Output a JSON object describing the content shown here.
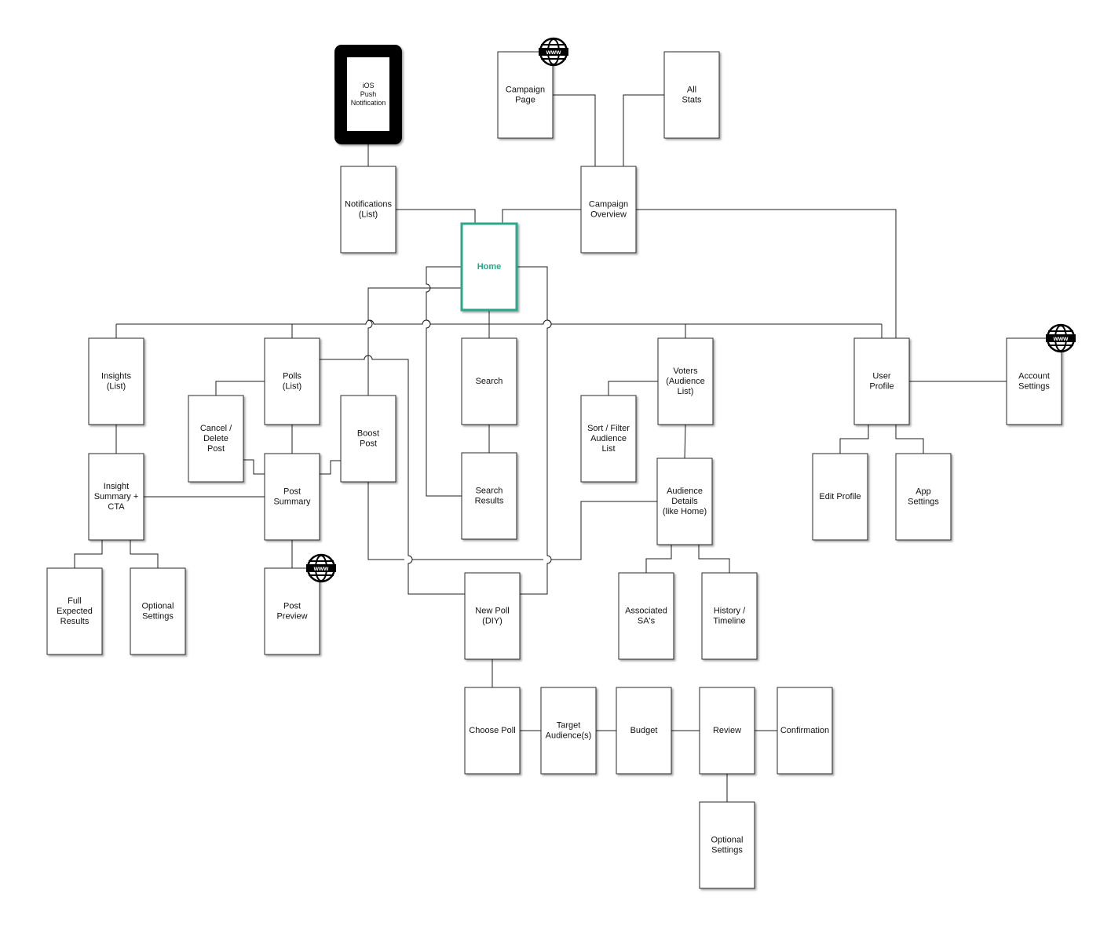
{
  "colors": {
    "home": "#2aa88a",
    "box_border": "#2b2b2b",
    "line": "#1c1c1c"
  },
  "nodes": {
    "ios_push": {
      "lines": [
        "iOS",
        "Push",
        "Notification"
      ]
    },
    "campaign_page": {
      "lines": [
        "Campaign",
        "Page"
      ]
    },
    "all_stats": {
      "lines": [
        "All",
        "Stats"
      ]
    },
    "notifications": {
      "lines": [
        "Notifications",
        "(List)"
      ]
    },
    "campaign_overview": {
      "lines": [
        "Campaign",
        "Overview"
      ]
    },
    "home": {
      "lines": [
        "Home"
      ]
    },
    "insights": {
      "lines": [
        "Insights",
        "(List)"
      ]
    },
    "polls": {
      "lines": [
        "Polls",
        "(List)"
      ]
    },
    "search": {
      "lines": [
        "Search"
      ]
    },
    "voters": {
      "lines": [
        "Voters",
        "(Audience",
        "List)"
      ]
    },
    "user_profile": {
      "lines": [
        "User",
        "Profile"
      ]
    },
    "account_settings": {
      "lines": [
        "Account",
        "Settings"
      ]
    },
    "cancel_delete": {
      "lines": [
        "Cancel /",
        "Delete",
        "Post"
      ]
    },
    "boost_post": {
      "lines": [
        "Boost",
        "Post"
      ]
    },
    "sort_filter": {
      "lines": [
        "Sort / Filter",
        "Audience",
        "List"
      ]
    },
    "insight_summary": {
      "lines": [
        "Insight",
        "Summary +",
        "CTA"
      ]
    },
    "post_summary": {
      "lines": [
        "Post",
        "Summary"
      ]
    },
    "search_results": {
      "lines": [
        "Search",
        "Results"
      ]
    },
    "audience_details": {
      "lines": [
        "Audience",
        "Details",
        "(like Home)"
      ]
    },
    "edit_profile": {
      "lines": [
        "Edit Profile"
      ]
    },
    "app_settings": {
      "lines": [
        "App",
        "Settings"
      ]
    },
    "full_expected": {
      "lines": [
        "Full",
        "Expected",
        "Results"
      ]
    },
    "optional_settings_1": {
      "lines": [
        "Optional",
        "Settings"
      ]
    },
    "post_preview": {
      "lines": [
        "Post",
        "Preview"
      ]
    },
    "new_poll": {
      "lines": [
        "New Poll",
        "(DIY)"
      ]
    },
    "associated_sas": {
      "lines": [
        "Associated",
        "SA's"
      ]
    },
    "history_timeline": {
      "lines": [
        "History /",
        "Timeline"
      ]
    },
    "choose_poll": {
      "lines": [
        "Choose Poll"
      ]
    },
    "target_audience": {
      "lines": [
        "Target",
        "Audience(s)"
      ]
    },
    "budget": {
      "lines": [
        "Budget"
      ]
    },
    "review": {
      "lines": [
        "Review"
      ]
    },
    "confirmation": {
      "lines": [
        "Confirmation"
      ]
    },
    "optional_settings_2": {
      "lines": [
        "Optional",
        "Settings"
      ]
    }
  },
  "web_badge": {
    "icon": "globe-www-icon",
    "text": "www"
  }
}
